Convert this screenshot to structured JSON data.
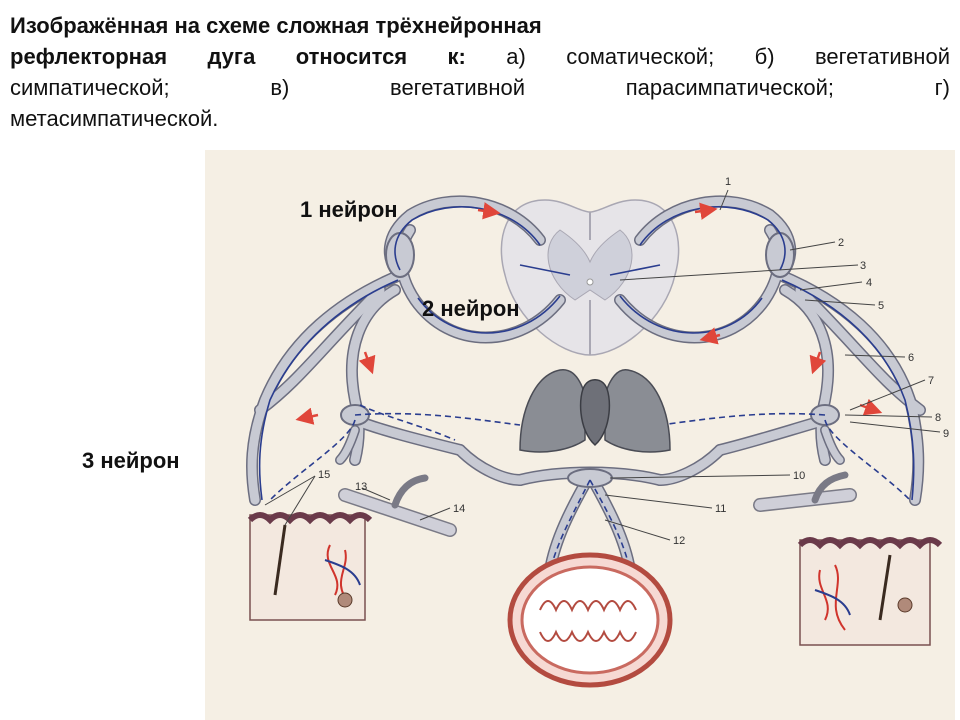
{
  "question": {
    "line1": "Изображённая на схеме сложная трёхнейронная",
    "line2_bold": "рефлекторная дуга относится к:",
    "line2_rest": " а) соматической; б) вегетативной",
    "line3": "симпатической; в) вегетативной парасимпатической; г)",
    "line4": "метасимпатической."
  },
  "callouts": {
    "neuron1": "1 нейрон",
    "neuron2": "2 нейрон",
    "neuron3": "3 нейрон"
  },
  "number_labels": [
    "1",
    "2",
    "3",
    "4",
    "5",
    "6",
    "7",
    "8",
    "9",
    "10",
    "11",
    "12",
    "13",
    "14",
    "15"
  ],
  "colors": {
    "background": "#ffffff",
    "paper": "#f5efe4",
    "nerve_fill": "#c8cad3",
    "nerve_stroke": "#6c6e80",
    "fiber": "#2a3d8f",
    "arrow": "#e0463a",
    "organ": "#8a8d94",
    "vessel_red": "#d0342c"
  }
}
